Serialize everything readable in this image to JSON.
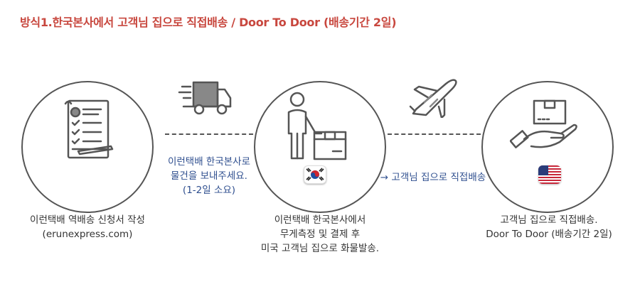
{
  "heading": "방식1.한국본사에서 고객님 집으로 직접배송 / Door To Door (배송기간 2일)",
  "steps": [
    {
      "line1": "이런택배 역배송 신청서 작성",
      "line2": "(erunexpress.com)",
      "icon": "application-form-icon"
    },
    {
      "line1": "이런택배 한국본사에서",
      "line2": "무게측정 및 결제 후",
      "line3": "미국 고객님 집으로 화물발송.",
      "icon": "worker-with-box-icon",
      "flag": "korea-flag-icon"
    },
    {
      "line1": "고객님 집으로 직접배송.",
      "line2": "Door To Door (배송기간 2일)",
      "icon": "hand-holding-box-icon",
      "flag": "usa-flag-icon"
    }
  ],
  "connectors": [
    {
      "line1": "이런택배 한국본사로",
      "line2": "물건을 보내주세요.",
      "line3": "(1-2일 소요)",
      "icon": "delivery-truck-icon"
    },
    {
      "line1": "→ 고객님 집으로 직접배송",
      "icon": "airplane-icon"
    }
  ],
  "colors": {
    "heading": "#c8473e",
    "connector_text": "#2f4f8f",
    "icon_stroke": "#555555"
  }
}
